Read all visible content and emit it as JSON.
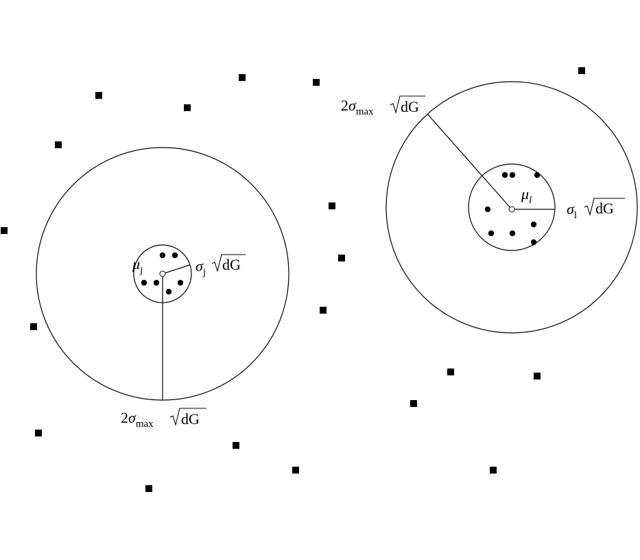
{
  "labels": {
    "left_mean": {
      "symbol": "μ",
      "sub": "j"
    },
    "left_inner_radius": {
      "symbol": "σ",
      "sub": "j",
      "root": "dG"
    },
    "left_outer_radius": {
      "coef": "2",
      "symbol": "σ",
      "sub": "max",
      "root": "dG"
    },
    "right_mean": {
      "symbol": "μ",
      "sub": "l"
    },
    "right_inner_radius": {
      "symbol": "σ",
      "sub": "l",
      "root": "dG"
    },
    "right_outer_radius": {
      "coef": "2",
      "symbol": "σ",
      "sub": "max",
      "root": "dG"
    }
  },
  "colors": {
    "stroke": "#000000",
    "fill": "#000000",
    "background": "#ffffff"
  }
}
